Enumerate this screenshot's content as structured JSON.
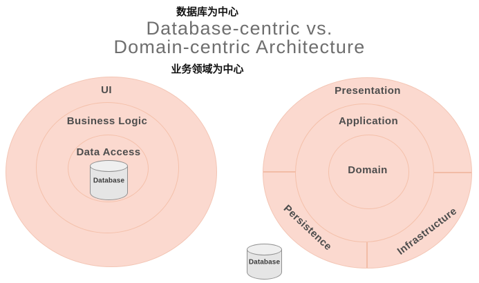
{
  "header": {
    "top_label_zh": "数据库为中心",
    "title_line1": "Database-centric vs.",
    "title_line2": "Domain-centric Architecture",
    "bottom_label_zh": "业务领域为中心"
  },
  "left_diagram": {
    "name": "database-centric-architecture",
    "rings": [
      "UI",
      "Business Logic",
      "Data Access"
    ],
    "database_label": "Database"
  },
  "right_diagram": {
    "name": "domain-centric-architecture",
    "rings": [
      "Presentation",
      "Application",
      "Domain"
    ],
    "segments": [
      "Persistence",
      "Infrastructure"
    ],
    "database_label": "Database"
  },
  "colors": {
    "circle_fill": "#fbd9cf",
    "ring_border": "#f4c0aa",
    "layer_text": "#4d4d4d",
    "title_text": "#6e6e6e",
    "zh_text": "#111111",
    "cylinder_fill": "#e5e5e5",
    "cylinder_border": "#8f8f8f"
  }
}
